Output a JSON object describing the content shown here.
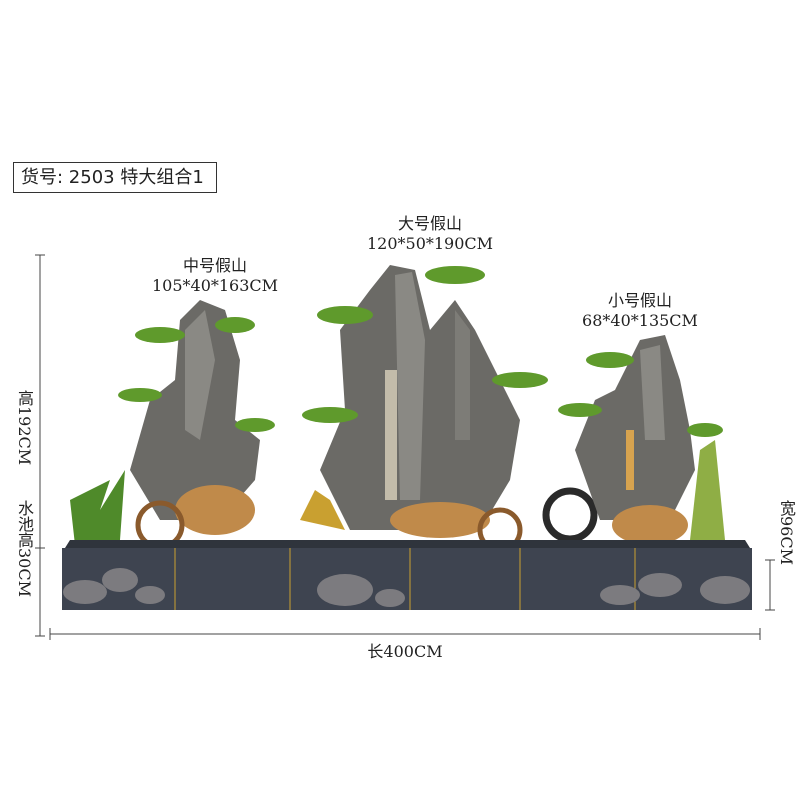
{
  "sku_label": "货号: 2503 特大组合1",
  "rockeries": [
    {
      "name": "中号假山",
      "size": "105*40*163CM"
    },
    {
      "name": "大号假山",
      "size": "120*50*190CM"
    },
    {
      "name": "小号假山",
      "size": "68*40*135CM"
    }
  ],
  "dimensions": {
    "total_height": "高192CM",
    "pool_height": "水池高30CM",
    "width": "宽96CM",
    "length": "长400CM"
  },
  "colors": {
    "pool": "#3e4450",
    "rock": "#6b6a66",
    "foliage": "#5f9a2c",
    "light": "#f2b24a"
  }
}
